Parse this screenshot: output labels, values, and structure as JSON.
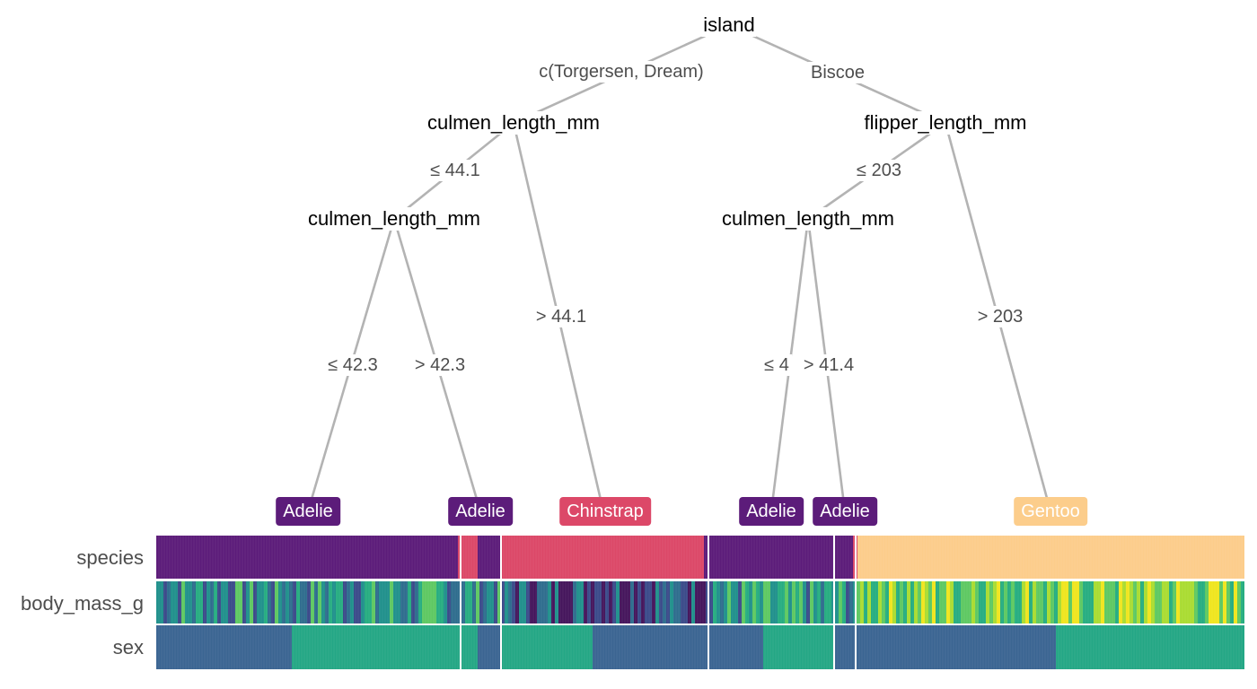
{
  "tree": {
    "nodes": {
      "root": "island",
      "left": "culmen_length_mm",
      "right": "flipper_length_mm",
      "left_left": "culmen_length_mm",
      "right_left": "culmen_length_mm"
    },
    "edges": {
      "root_left": "c(Torgersen, Dream)",
      "root_right": "Biscoe",
      "left_le": "≤ 44.1",
      "left_gt": "> 44.1",
      "right_le": "≤ 203",
      "right_gt": "> 203",
      "ll_le": "≤ 42.3",
      "ll_gt": "> 42.3",
      "rl_le": "≤ 4",
      "rl_gt": "> 41.4"
    },
    "leaves": [
      {
        "label": "Adelie",
        "color": "#5c1c7a"
      },
      {
        "label": "Adelie",
        "color": "#5c1c7a"
      },
      {
        "label": "Chinstrap",
        "color": "#dc4868"
      },
      {
        "label": "Adelie",
        "color": "#5c1c7a"
      },
      {
        "label": "Adelie",
        "color": "#5c1c7a"
      },
      {
        "label": "Gentoo",
        "color": "#fccd8b"
      }
    ]
  },
  "heatmap": {
    "rows": [
      "species",
      "body_mass_g",
      "sex"
    ],
    "species_colors": {
      "Adelie": "#5c1c7a",
      "Chinstrap": "#dc4868",
      "Gentoo": "#fccd8b"
    },
    "sex_colors": {
      "male": "#3b6592",
      "female": "#24a785"
    },
    "body_mass_palette": [
      "#45165c",
      "#3b4b8a",
      "#2f6d8e",
      "#21918c",
      "#27ad81",
      "#5ec962",
      "#aadc32",
      "#f0e51f"
    ]
  }
}
